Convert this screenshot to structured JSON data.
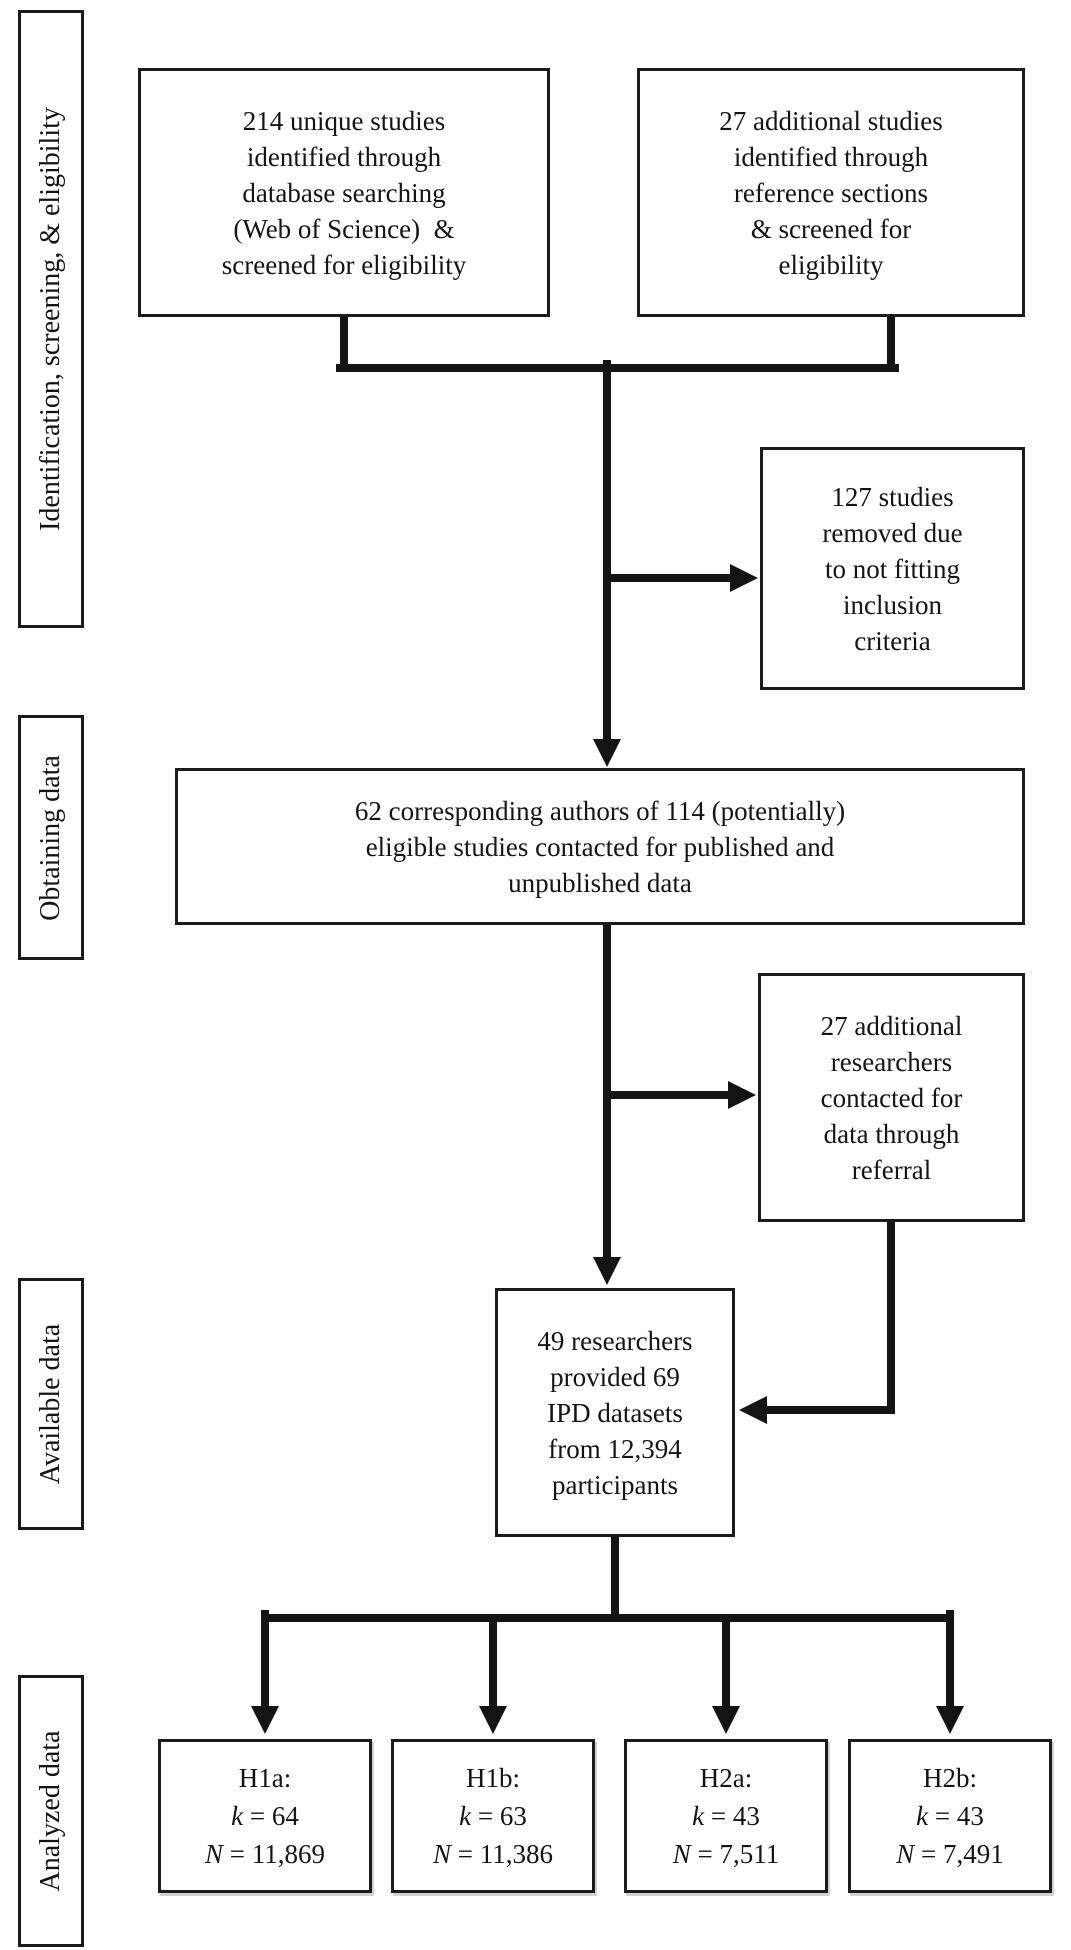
{
  "figure": {
    "kind": "study-flow-diagram",
    "background_color": "#ffffff",
    "line_color": "#141414",
    "text_color": "#141414"
  },
  "stage_labels": [
    "Identification, screening, & eligibility",
    "Obtaining data",
    "Available data",
    "Analyzed data"
  ],
  "boxes": {
    "database_search": {
      "lines": [
        "214 unique studies",
        "identified through",
        "database searching",
        "(Web of Science)  &",
        "screened for eligibility"
      ]
    },
    "reference_sections": {
      "lines": [
        "27 additional studies",
        "identified through",
        "reference sections",
        "& screened for",
        "eligibility"
      ]
    },
    "removed": {
      "lines": [
        "127 studies",
        "removed due",
        "to not fitting",
        "inclusion",
        "criteria"
      ]
    },
    "authors_contacted": {
      "lines": [
        "62 corresponding authors of 114 (potentially)",
        "eligible studies contacted for published and",
        "unpublished data"
      ]
    },
    "referral": {
      "lines": [
        "27 additional",
        "researchers",
        "contacted for",
        "data through",
        "referral"
      ]
    },
    "provided": {
      "lines": [
        "49 researchers",
        "provided 69",
        "IPD datasets",
        "from 12,394",
        "participants"
      ]
    },
    "hypotheses": [
      {
        "title": "H1a:",
        "k_symbol": "k",
        "k_value": " = 64",
        "n_symbol": "N",
        "n_value": " = 11,869"
      },
      {
        "title": "H1b:",
        "k_symbol": "k",
        "k_value": " = 63",
        "n_symbol": "N",
        "n_value": " = 11,386"
      },
      {
        "title": "H2a:",
        "k_symbol": "k",
        "k_value": " = 43",
        "n_symbol": "N",
        "n_value": " = 7,511"
      },
      {
        "title": "H2b:",
        "k_symbol": "k",
        "k_value": " = 43",
        "n_symbol": "N",
        "n_value": " = 7,491"
      }
    ]
  }
}
